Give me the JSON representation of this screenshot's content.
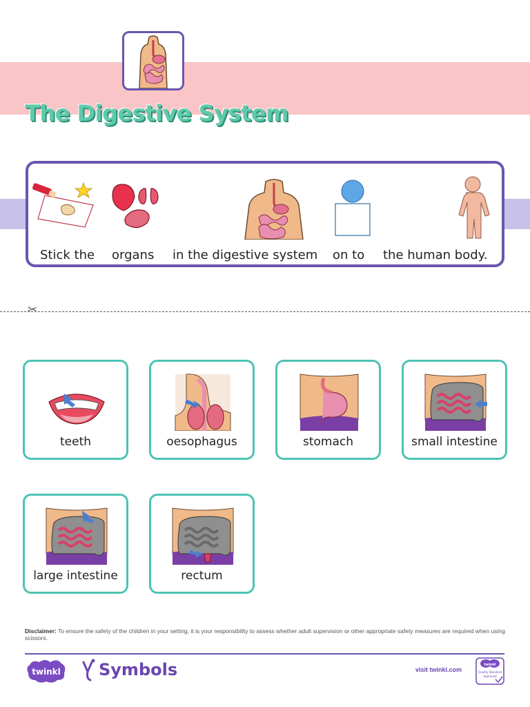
{
  "header": {
    "title": "The Digestive System"
  },
  "instruction": {
    "words": [
      "Stick the",
      "organs",
      "in the digestive system",
      "on to",
      "the human body."
    ]
  },
  "cards": [
    {
      "label": "teeth"
    },
    {
      "label": "oesophagus"
    },
    {
      "label": "stomach"
    },
    {
      "label": "small intestine"
    },
    {
      "label": "large intestine"
    },
    {
      "label": "rectum"
    }
  ],
  "footer": {
    "disclaimer_label": "Disclaimer:",
    "disclaimer_text": "To ensure the safety of the children in your setting, it is your responsibility to assess whether adult supervision or other appropriate safety measures are required when using scissors.",
    "brand": "twinkl",
    "symbols_label": "Symbols",
    "visit": "visit twinkl.com",
    "badge_lines": [
      "twinkl",
      "Quality Standard",
      "Approved"
    ]
  },
  "colors": {
    "header_band": "#f9c5c6",
    "accent_purple": "#6a55b0",
    "card_border": "#4cc3b3",
    "title": "#5fcaa9"
  },
  "icons": {
    "header": "torso-digestive-icon",
    "instruction": [
      "glue-stick-icon",
      "organs-icon",
      "digestive-system-icon",
      "place-on-icon",
      "human-body-icon"
    ],
    "cards": [
      "teeth-icon",
      "oesophagus-icon",
      "stomach-icon",
      "small-intestine-icon",
      "large-intestine-icon",
      "rectum-icon"
    ],
    "scissors": "scissors-icon"
  }
}
